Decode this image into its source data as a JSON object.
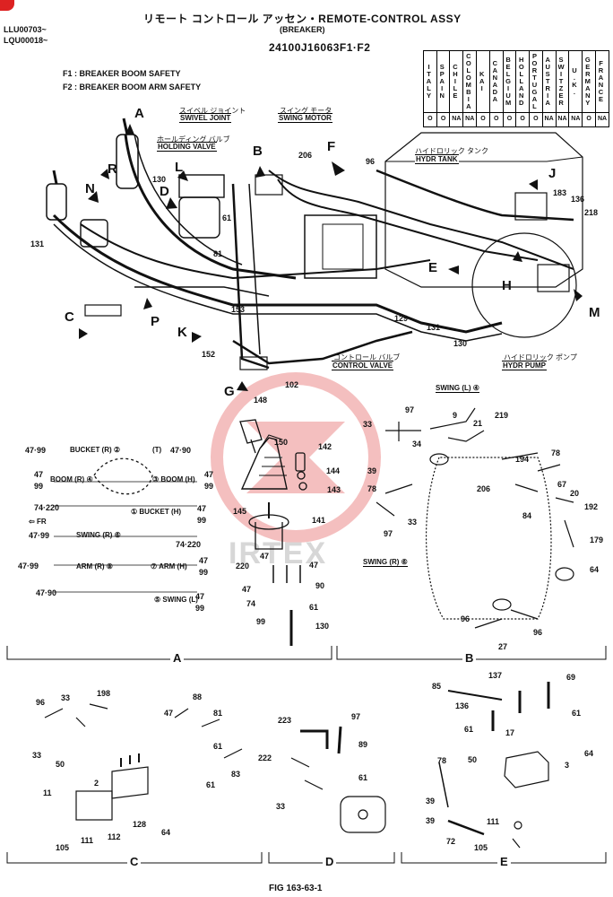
{
  "header": {
    "serial_1": "LLU00703~",
    "serial_2": "LQU00018~",
    "title": "リモート コントロール アッセン・REMOTE-CONTROL ASSY",
    "subtitle": "(BREAKER)",
    "part_number": "24100J16063F1·F2"
  },
  "legend": {
    "f1": "F1 : BREAKER BOOM SAFETY",
    "f2": "F2 : BREAKER BOOM ARM SAFETY"
  },
  "countries": {
    "names": [
      "ITALY",
      "SPAIN",
      "CHILE",
      "COLOMBIA",
      "KAI",
      "CANADA",
      "BELGIUM",
      "HOLLAND",
      "PORTUGAL",
      "AUSTRIA",
      "SWITZER",
      "U.K.",
      "GERMANY",
      "FRANCE"
    ],
    "values": [
      "O",
      "O",
      "NA",
      "NA",
      "O",
      "O",
      "O",
      "O",
      "O",
      "NA",
      "NA",
      "NA",
      "O",
      "NA"
    ]
  },
  "labels": {
    "swivel_joint_jp": "スイベル ジョイント",
    "swivel_joint": "SWIVEL JOINT",
    "holding_valve_jp": "ホールディング バルブ",
    "holding_valve": "HOLDING VALVE",
    "swing_motor_jp": "スイング モータ",
    "swing_motor": "SWING MOTOR",
    "hydr_tank_jp": "ハイドロリック タンク",
    "hydr_tank": "HYDR TANK",
    "control_valve_jp": "コントロール バルブ",
    "control_valve": "CONTROL VALVE",
    "hydr_pump_jp": "ハイドロリック ポンプ",
    "hydr_pump": "HYDR PUMP",
    "swing_l": "SWING (L) ④",
    "swing_r": "SWING (R) ⑥",
    "bucket_r": "BUCKET (R) ②",
    "boom_r": "BOOM (R) ④",
    "boom_h": "③ BOOM (H)",
    "bucket_h": "① BUCKET (H)",
    "swing_r2": "SWING (R) ⑥",
    "arm_r": "ARM (R) ⑧",
    "arm_h": "⑦ ARM (H)",
    "swing_l2": "⑤ SWING (L)",
    "fr": "FR",
    "t": "(T)",
    "watermark": "IRTEX"
  },
  "callouts": [
    "A",
    "B",
    "C",
    "D",
    "E",
    "F",
    "G",
    "H",
    "J",
    "K",
    "L",
    "M",
    "N",
    "P",
    "R"
  ],
  "sections": [
    "A",
    "B",
    "C",
    "D",
    "E"
  ],
  "part_numbers": {
    "main": [
      "130",
      "131",
      "61",
      "81",
      "206",
      "96",
      "183",
      "136",
      "218",
      "153",
      "152",
      "129",
      "131",
      "130",
      "102"
    ],
    "a": [
      "148",
      "150",
      "142",
      "144",
      "143",
      "145",
      "141",
      "47",
      "220",
      "47",
      "90",
      "47",
      "74",
      "61",
      "99",
      "130"
    ],
    "a_left": [
      "47·99",
      "47·90",
      "47",
      "99",
      "47",
      "99",
      "74·220",
      "47",
      "99",
      "47·99",
      "74·220",
      "47·99",
      "47",
      "99",
      "47·90",
      "47",
      "99"
    ],
    "b": [
      "97",
      "33",
      "34",
      "39",
      "78",
      "33",
      "97",
      "9",
      "21",
      "219",
      "78",
      "194",
      "67",
      "20",
      "206",
      "84",
      "192",
      "179",
      "64",
      "96",
      "27",
      "96"
    ],
    "c": [
      "96",
      "33",
      "198",
      "33",
      "50",
      "88",
      "47",
      "81",
      "61",
      "83",
      "61",
      "2",
      "11",
      "128",
      "112",
      "111",
      "105",
      "64"
    ],
    "d": [
      "223",
      "97",
      "89",
      "222",
      "61",
      "33"
    ],
    "e": [
      "137",
      "69",
      "85",
      "136",
      "61",
      "61",
      "17",
      "50",
      "78",
      "3",
      "64",
      "39",
      "39",
      "111",
      "72",
      "105"
    ]
  },
  "footer": "FIG 163-63-1"
}
